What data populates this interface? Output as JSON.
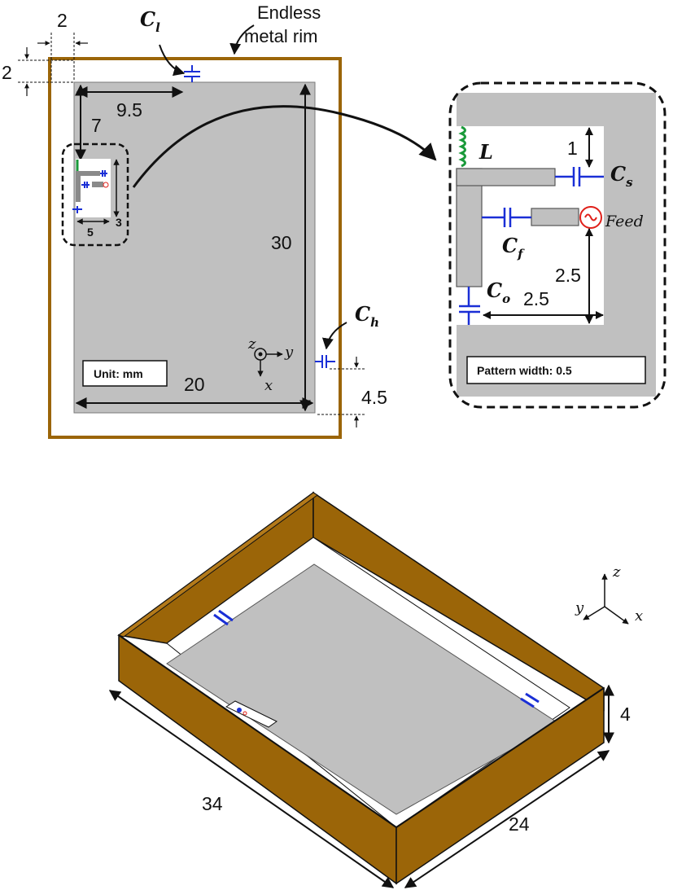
{
  "top_view": {
    "rim_title_line1": "Endless",
    "rim_title_line2": "metal rim",
    "cap_l": {
      "letter": "C",
      "sub": "l"
    },
    "cap_h": {
      "letter": "C",
      "sub": "h"
    },
    "dim_rim_gap_x": "2",
    "dim_rim_gap_y": "2",
    "dim_cl_pos": "9.5",
    "dim_module_pos": "7",
    "dim_height": "30",
    "dim_width": "20",
    "dim_ch_pos": "4.5",
    "dim_module_w": "5",
    "dim_module_h": "3",
    "unit_label": "Unit: mm",
    "axis_x": "x",
    "axis_y": "y",
    "axis_z": "z"
  },
  "detail_view": {
    "inductor": {
      "letter": "L"
    },
    "cap_s": {
      "letter": "C",
      "sub": "s"
    },
    "cap_f": {
      "letter": "C",
      "sub": "f"
    },
    "cap_o": {
      "letter": "C",
      "sub": "o"
    },
    "feed_label": "Feed",
    "dim_gap": "1",
    "dim_feed_y": "2.5",
    "dim_feed_x": "2.5",
    "pattern_label": "Pattern width: 0.5"
  },
  "iso_view": {
    "dim_length": "34",
    "dim_width": "24",
    "dim_height": "4",
    "axis_x": "x",
    "axis_y": "y",
    "axis_z": "z"
  },
  "colors": {
    "rim": "#9b6508",
    "ground": "#c0c0c0",
    "capacitor": "#1a2fd6",
    "inductor": "#1a9a3a",
    "feed": "#e0201a"
  }
}
